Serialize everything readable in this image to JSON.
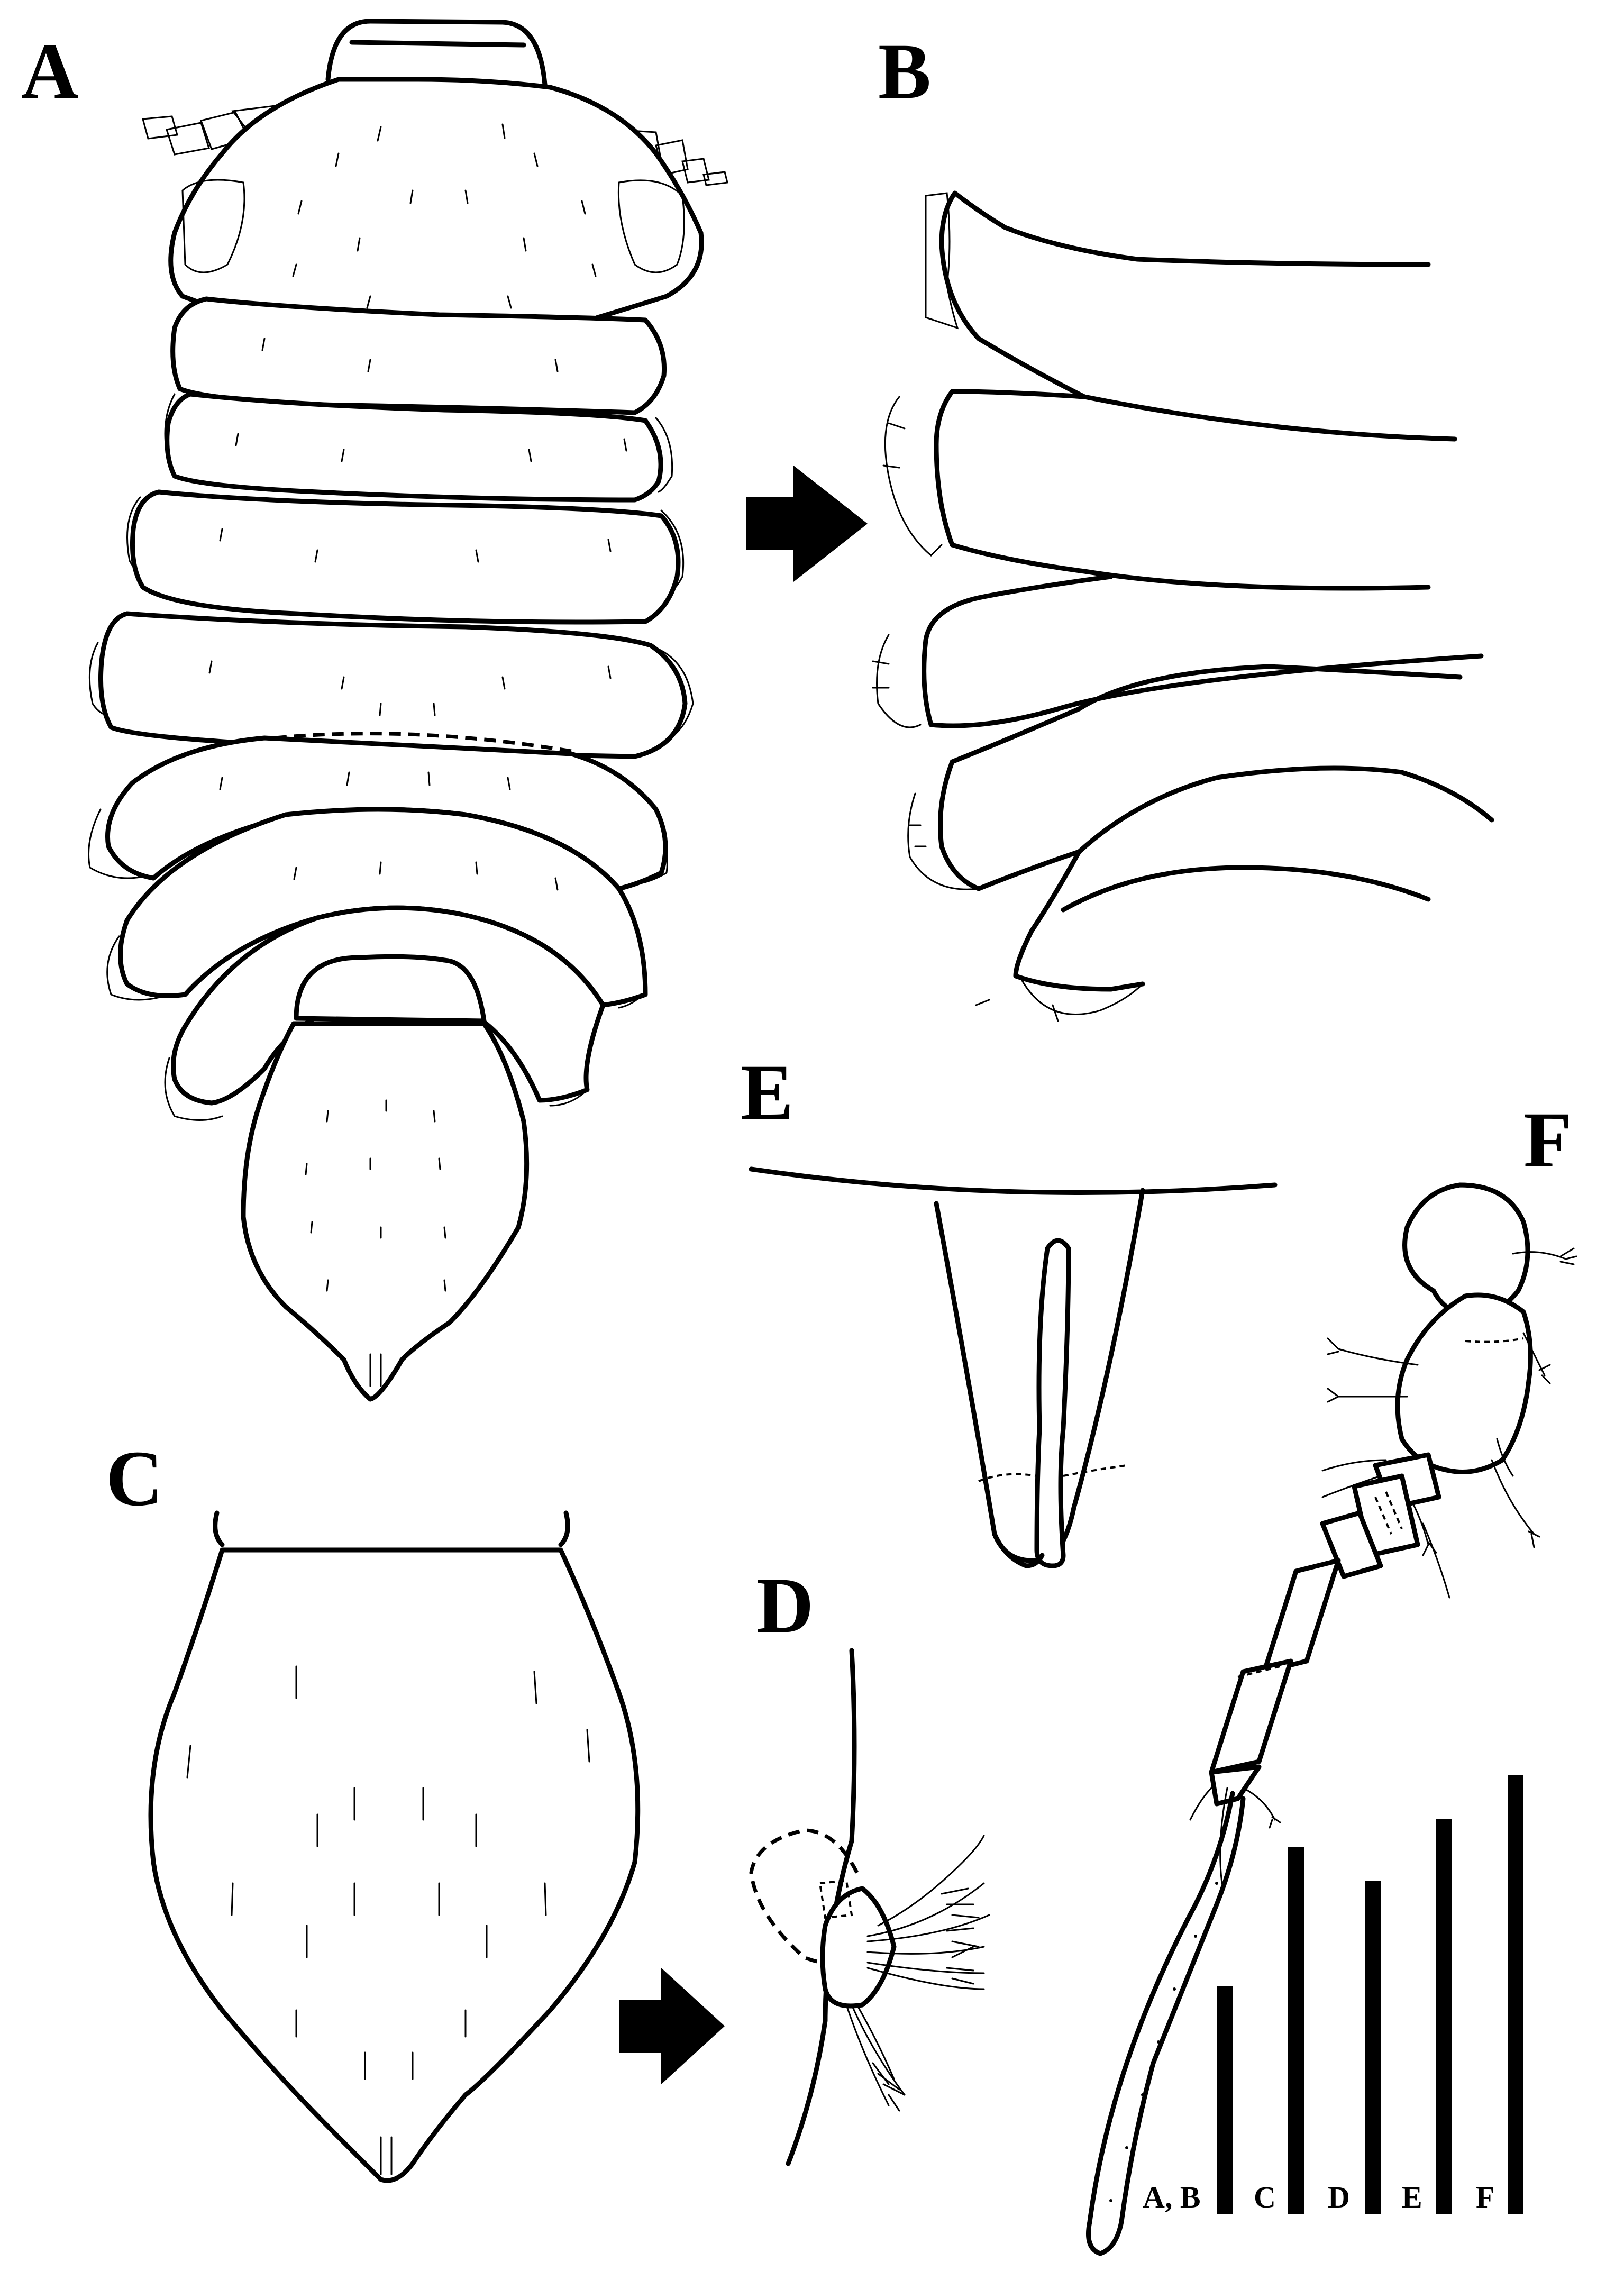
{
  "panels": {
    "a": "A",
    "b": "B",
    "c": "C",
    "d": "D",
    "e": "E",
    "f": "F"
  },
  "scale_bars": [
    {
      "label": "A, B",
      "relative_length": 0.41
    },
    {
      "label": "C",
      "relative_length": 0.66
    },
    {
      "label": "D",
      "relative_length": 0.6
    },
    {
      "label": "E",
      "relative_length": 0.71
    },
    {
      "label": "F",
      "relative_length": 0.79
    }
  ],
  "arrow_icon": "arrow-right-icon"
}
